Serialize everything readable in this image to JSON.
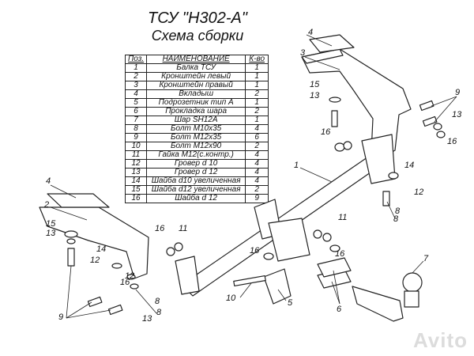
{
  "header": {
    "title": "ТСУ \"Н302-А\"",
    "subtitle": "Схема сборки"
  },
  "table": {
    "headers": [
      "Поз.",
      "НАИМЕНОВАНИЕ",
      "К-во"
    ],
    "rows": [
      {
        "pos": "1",
        "name": "Балка ТСУ",
        "qty": "1"
      },
      {
        "pos": "2",
        "name": "Кронштейн левый",
        "qty": "1"
      },
      {
        "pos": "3",
        "name": "Кронштейн правый",
        "qty": "1"
      },
      {
        "pos": "4",
        "name": "Вкладыш",
        "qty": "2"
      },
      {
        "pos": "5",
        "name": "Подрозетник тип А",
        "qty": "1"
      },
      {
        "pos": "6",
        "name": "Прокладка шара",
        "qty": "2"
      },
      {
        "pos": "7",
        "name": "Шар SH12A",
        "qty": "1"
      },
      {
        "pos": "8",
        "name": "Болт М10х35",
        "qty": "4"
      },
      {
        "pos": "9",
        "name": "Болт М12х35",
        "qty": "6"
      },
      {
        "pos": "10",
        "name": "Болт М12х90",
        "qty": "2"
      },
      {
        "pos": "11",
        "name": "Гайка М12(с.контр.)",
        "qty": "4"
      },
      {
        "pos": "12",
        "name": "Гровер d 10",
        "qty": "4"
      },
      {
        "pos": "13",
        "name": "Гровер d 12",
        "qty": "4"
      },
      {
        "pos": "14",
        "name": "Шайба d10 увеличенная",
        "qty": "4"
      },
      {
        "pos": "15",
        "name": "Шайба d12 увеличенная",
        "qty": "2"
      },
      {
        "pos": "16",
        "name": "Шайба d 12",
        "qty": "9"
      }
    ]
  },
  "callouts": [
    "1",
    "2",
    "3",
    "4",
    "5",
    "6",
    "7",
    "8",
    "9",
    "10",
    "11",
    "12",
    "13",
    "14",
    "15",
    "16"
  ],
  "watermark": "Avito"
}
